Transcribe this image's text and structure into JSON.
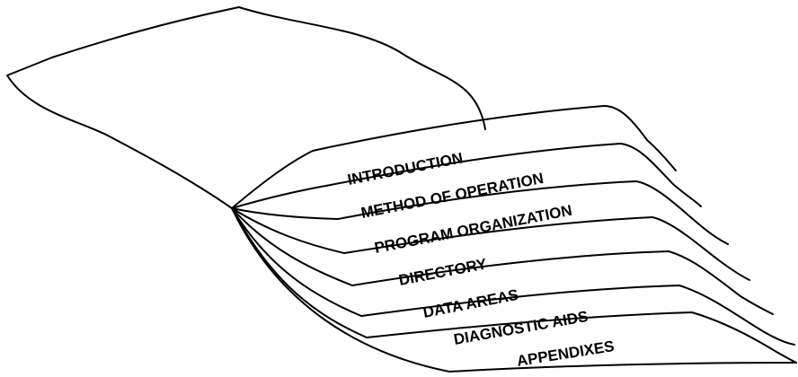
{
  "diagram": {
    "sections": [
      "INTRODUCTION",
      "METHOD OF OPERATION",
      "PROGRAM ORGANIZATION",
      "DIRECTORY",
      "DATA AREAS",
      "DIAGNOSTIC AIDS",
      "APPENDIXES"
    ]
  }
}
